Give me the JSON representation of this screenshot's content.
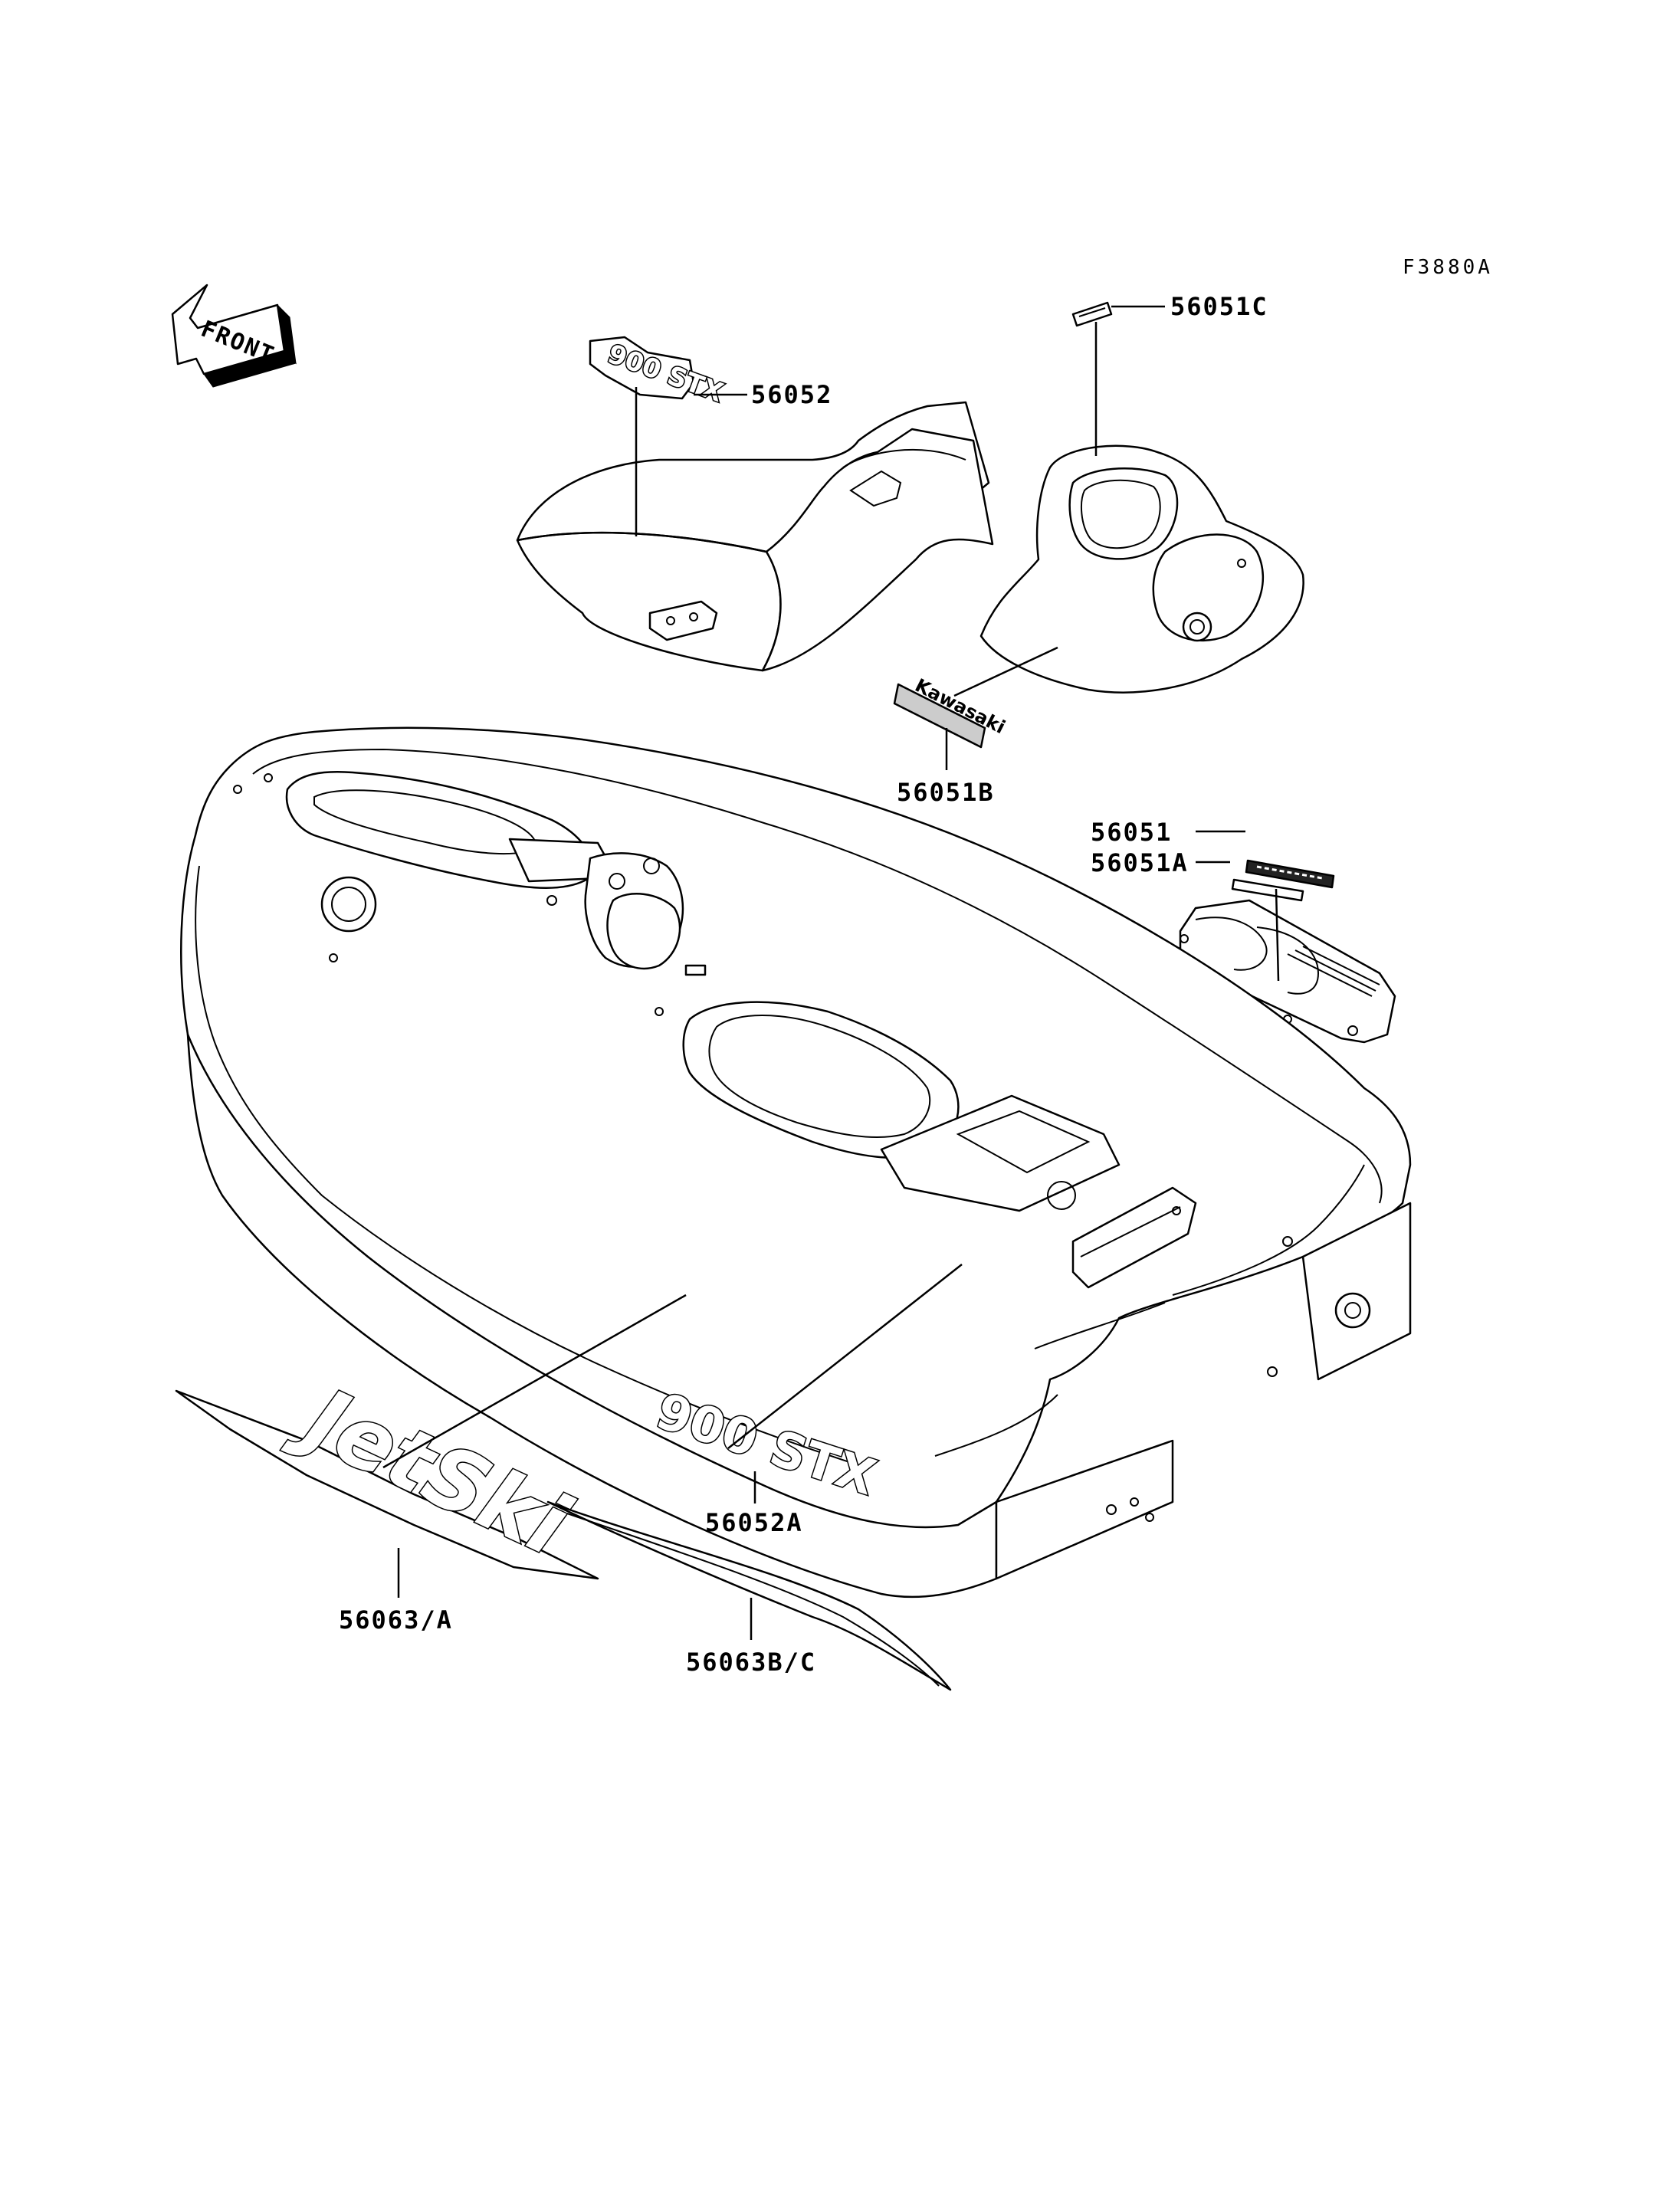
{
  "figure_ref": "F3880A",
  "front_arrow": {
    "text": "FRONT",
    "icon": "front-direction-arrow-icon"
  },
  "callouts": {
    "c56052": "56052",
    "c56051C": "56051C",
    "c56051B": "56051B",
    "c56051": "56051",
    "c56051A": "56051A",
    "c56052A": "56052A",
    "c56063A": "56063/A",
    "c56063BC": "56063B/C"
  },
  "decals": {
    "stx900": "900 STX",
    "kawasaki": "Kawasaki",
    "jetski": "JetSki"
  }
}
